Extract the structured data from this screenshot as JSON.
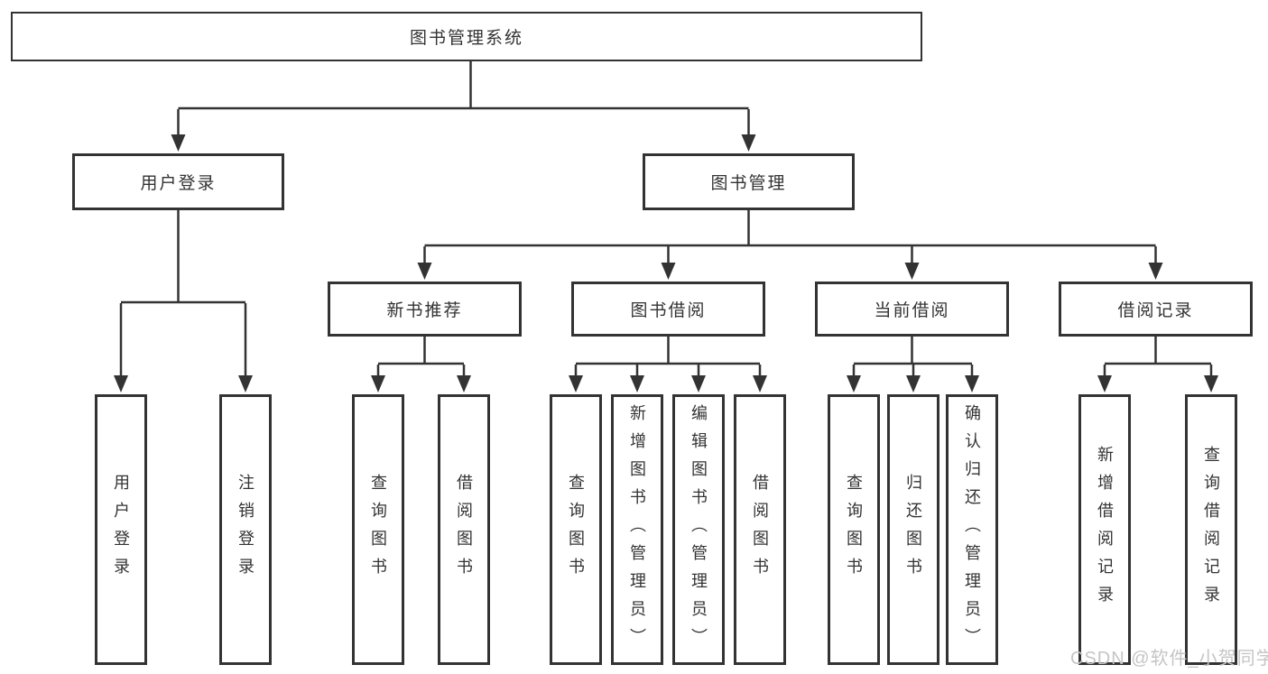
{
  "tree": {
    "root": "图书管理系统",
    "branches": [
      {
        "label": "用户登录",
        "leaves": [
          "用户登录",
          "注销登录"
        ]
      },
      {
        "label": "图书管理",
        "groups": [
          {
            "label": "新书推荐",
            "leaves": [
              "查询图书",
              "借阅图书"
            ]
          },
          {
            "label": "图书借阅",
            "leaves": [
              "查询图书",
              "新增图书（管理员）",
              "编辑图书（管理员）",
              "借阅图书"
            ]
          },
          {
            "label": "当前借阅",
            "leaves": [
              "查询图书",
              "归还图书",
              "确认归还（管理员）"
            ]
          },
          {
            "label": "借阅记录",
            "leaves": [
              "新增借阅记录",
              "查询借阅记录"
            ]
          }
        ]
      }
    ]
  },
  "watermark": "CSDN @软件_小贺同学",
  "colors": {
    "line": "#333333",
    "text": "#333333",
    "box_background": "#ffffff",
    "watermark": "#c5c5c5"
  }
}
